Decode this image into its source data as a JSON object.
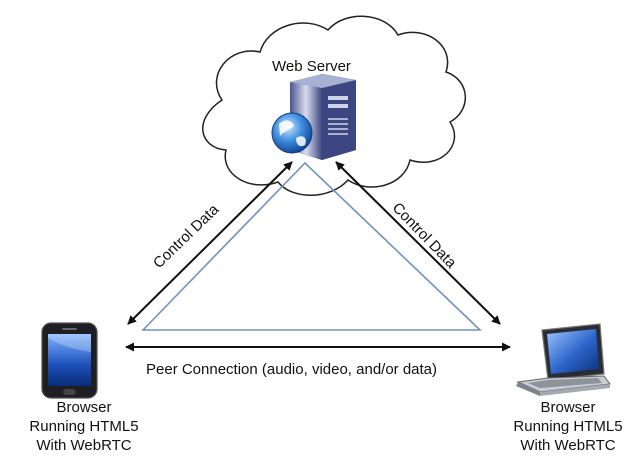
{
  "server": {
    "label": "Web Server",
    "icon": "web-server-icon"
  },
  "connections": {
    "left_control": "Control Data",
    "right_control": "Control Data",
    "peer": "Peer Connection (audio, video, and/or data)"
  },
  "left_client": {
    "device_icon": "phone-icon",
    "lines": [
      "Browser",
      "Running HTML5",
      "With WebRTC"
    ]
  },
  "right_client": {
    "device_icon": "laptop-icon",
    "lines": [
      "Browser",
      "Running HTML5",
      "With WebRTC"
    ]
  },
  "colors": {
    "triangle": "#6f93c2",
    "arrows": "#111111",
    "cloud_stroke": "#222222",
    "cloud_fill": "#ffffff"
  }
}
